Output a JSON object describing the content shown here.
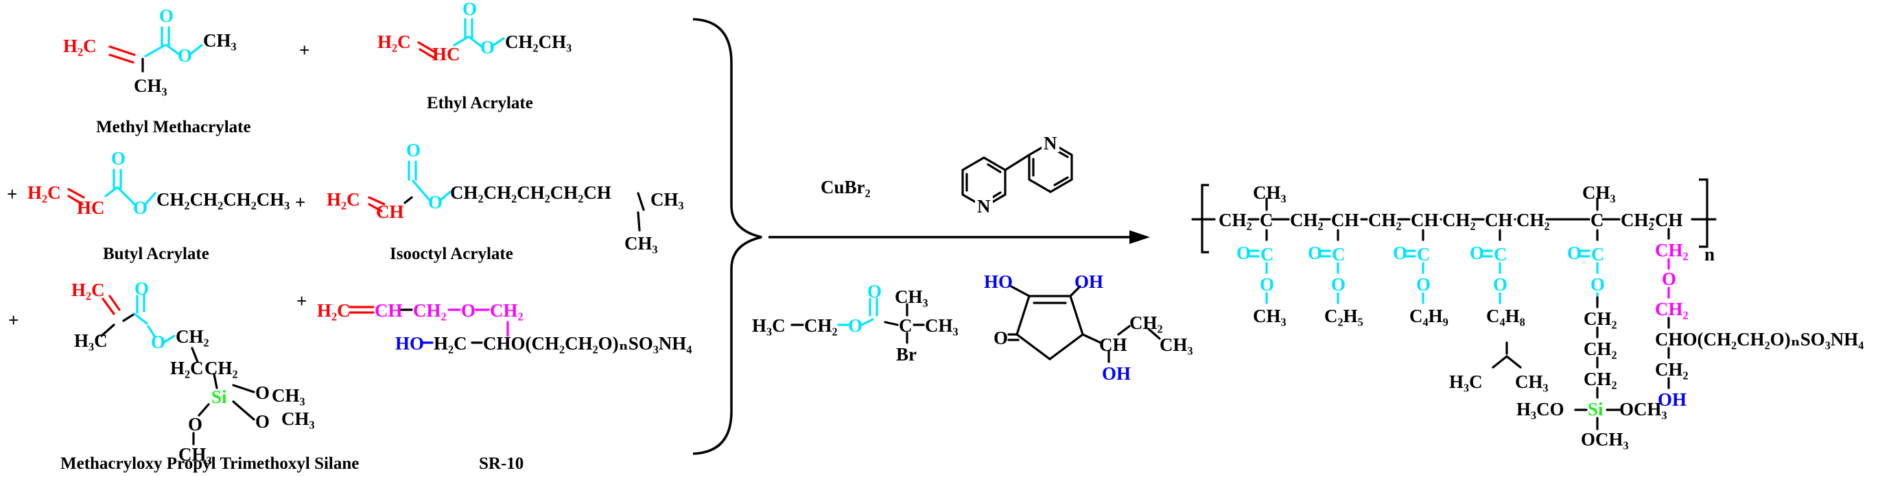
{
  "colors": {
    "black": "#000000",
    "vinyl": "#ff0000",
    "ester": "#00e5ff",
    "ether": "#ff00ff",
    "hydroxyl": "#0000ff",
    "silicon": "#22ee22"
  },
  "reactants": {
    "methyl_methacrylate": {
      "vinyl": "H₂C",
      "methyl": "CH₃",
      "ester_o": "O",
      "carbonyl_o": "O",
      "end": "CH₃",
      "label": "Methyl Methacrylate"
    },
    "plus_1": "+",
    "ethyl_acrylate": {
      "vinyl": "H₂C",
      "vinyl_2": "HC",
      "carbonyl_o": "O",
      "ester_o": "O",
      "end": "CH₂CH₃",
      "label": "Ethyl Acrylate"
    },
    "plus_2": "+",
    "butyl_acrylate": {
      "vinyl": "H₂C",
      "vinyl_2": "HC",
      "carbonyl_o": "O",
      "ester_o": "O",
      "chain": "CH₂CH₂CH₂CH₃",
      "label": "Butyl Acrylate"
    },
    "plus_3": "+",
    "isooctyl_acrylate": {
      "vinyl": "H₂C",
      "vinyl_2": "CH",
      "carbonyl_o": "O",
      "ester_o": "O",
      "chain": "CH₂CH₂CH₂CH₂CH",
      "branch_top": "CH₃",
      "branch_bottom": "CH₃",
      "label": "Isooctyl Acrylate"
    },
    "plus_4": "+",
    "silane": {
      "vinyl": "H₂C",
      "methyl": "H₃C",
      "carbonyl_o": "O",
      "ester_o": "O",
      "ch2_1": "CH₂",
      "ch2_2": "H₂C",
      "ch2_3": "CH₂",
      "si": "Si",
      "o1": "O",
      "o2": "O",
      "o3": "O",
      "me1": "CH₃",
      "me2": "CH₃",
      "me3": "CH₃",
      "label": "Methacryloxy Propyl Trimethoxyl Silane"
    },
    "plus_5": "+",
    "sr10": {
      "vinyl": "H₂C",
      "ch": "CH",
      "ch2": "CH₂",
      "o": "O",
      "ch2_2": "CH₂",
      "ho": "HO",
      "h2c": "H₂C",
      "rest": "CHO(CH₂CH₂O)ₙSO₃NH₄",
      "label": "SR-10"
    }
  },
  "conditions": {
    "catalyst": "CuBr₂",
    "ligand_n1": "N",
    "ligand_n2": "N",
    "initiator": {
      "h3c": "H₃C",
      "ch2": "CH₂",
      "o": "O",
      "carbonyl_o": "O",
      "c": "C",
      "me_top": "CH₃",
      "me_right": "CH₃",
      "br": "Br"
    },
    "reductant": {
      "ho_1": "HO",
      "oh_2": "OH",
      "ketone_o": "O",
      "ch": "CH",
      "ch2": "CH₂",
      "ch3": "CH₃",
      "oh_3": "OH"
    }
  },
  "product": {
    "backbone": [
      "CH₂",
      "C",
      "CH₂",
      "CH",
      "CH₂",
      "CH",
      "CH₂",
      "CH",
      "CH₂",
      "C",
      "CH₂",
      "CH"
    ],
    "methyl_1": "CH₃",
    "methyl_2": "CH₃",
    "repeat": "n",
    "carbonyl_o": "O",
    "ester_o": "O",
    "carbonyl_c": "C",
    "r1": "CH₃",
    "r2": "C₂H₅",
    "r3": "C₄H₉",
    "r4": "C₄H₈",
    "r4_branch_left": "H₃C",
    "r4_branch_right": "CH₃",
    "r5_ch2": "CH₂",
    "r5_si": "Si",
    "r5_left": "H₃CO",
    "r5_right": "OCH₃",
    "r5_bottom": "OCH₃",
    "r6_ch2_1": "CH₂",
    "r6_o": "O",
    "r6_ch2_2": "CH₂",
    "r6_cho": "CHO(CH₂CH₂O)ₙSO₃NH₄",
    "r6_ch2_3": "CH₂",
    "r6_oh": "OH"
  }
}
